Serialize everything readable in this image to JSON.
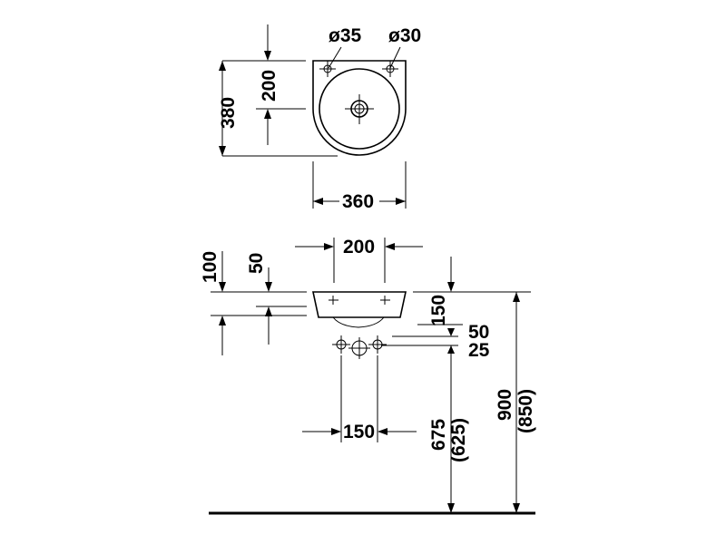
{
  "drawing": {
    "plan_view": {
      "labels": {
        "hole_dia_left": "ø35",
        "hole_dia_right": "ø30",
        "height_200": "200",
        "depth_380": "380",
        "width_360": "360"
      }
    },
    "elevation_view": {
      "labels": {
        "width_200": "200",
        "height_100": "100",
        "height_50": "50",
        "height_150": "150",
        "offset_50": "50",
        "offset_25": "25",
        "spacing_150": "150",
        "mount_675": "675",
        "mount_625": "(625)",
        "top_900": "900",
        "top_850": "(850)"
      }
    }
  }
}
